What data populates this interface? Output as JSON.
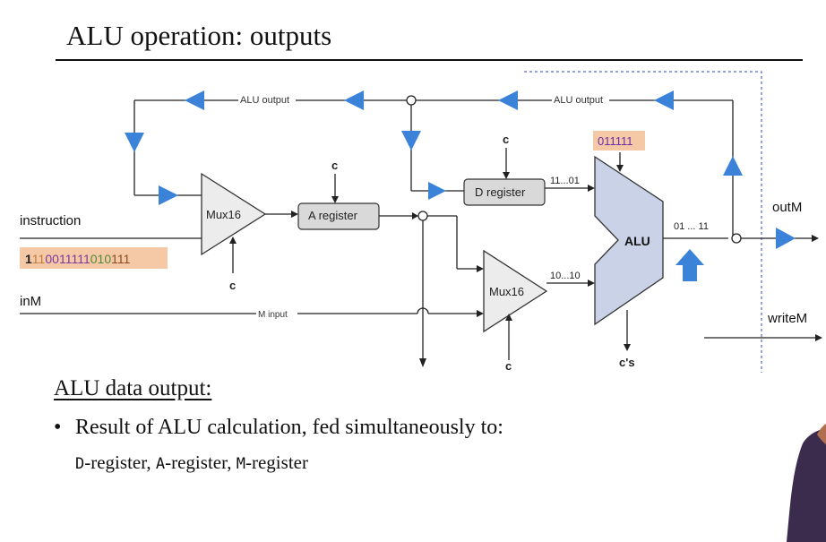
{
  "slide": {
    "title": "ALU operation: outputs"
  },
  "diagram": {
    "alu_output_label_left": "ALU output",
    "alu_output_label_right": "ALU output",
    "instruction_label": "instruction",
    "instruction_bits": [
      "1",
      "1",
      "1",
      "0",
      "0",
      "1",
      "1",
      "1",
      "1",
      "1",
      "0",
      "1",
      "0",
      "1",
      "1",
      "1"
    ],
    "instruction_bit_colors": [
      "#222222",
      "#c47a3a",
      "#c47a3a",
      "#7a3aa0",
      "#7a3aa0",
      "#7a3aa0",
      "#7a3aa0",
      "#7a3aa0",
      "#7a3aa0",
      "#7a3aa0",
      "#4f8a3a",
      "#4f8a3a",
      "#4f8a3a",
      "#8a4a20",
      "#8a4a20",
      "#8a4a20"
    ],
    "inM_label": "inM",
    "m_input_label": "M input",
    "mux_left_label": "Mux16",
    "mux_right_label": "Mux16",
    "a_register_label": "A register",
    "d_register_label": "D register",
    "alu_label": "ALU",
    "control_bits_label": "011111",
    "c_label": "c",
    "cs_label": "c's",
    "d_to_alu_bits": "11...01",
    "mux_to_alu_bits": "10...10",
    "alu_out_bits": "01 ... 11",
    "outM_label": "outM",
    "writeM_label": "writeM",
    "colors": {
      "arrow_blue": "#3a83d9",
      "alu_fill": "#c9d2e6",
      "highlight": "#f5c9a5",
      "dashed_border": "#2f45c8"
    },
    "icons": [
      "blue-triangle-arrow-icon",
      "up-arrow-icon"
    ]
  },
  "content": {
    "section_heading": "ALU data output:",
    "bullet_text": "Result of ALU calculation, fed simultaneously to:",
    "registers": [
      {
        "mono": "D",
        "rest": "-register, "
      },
      {
        "mono": "A",
        "rest": "-register, "
      },
      {
        "mono": "M",
        "rest": "-register"
      }
    ]
  }
}
